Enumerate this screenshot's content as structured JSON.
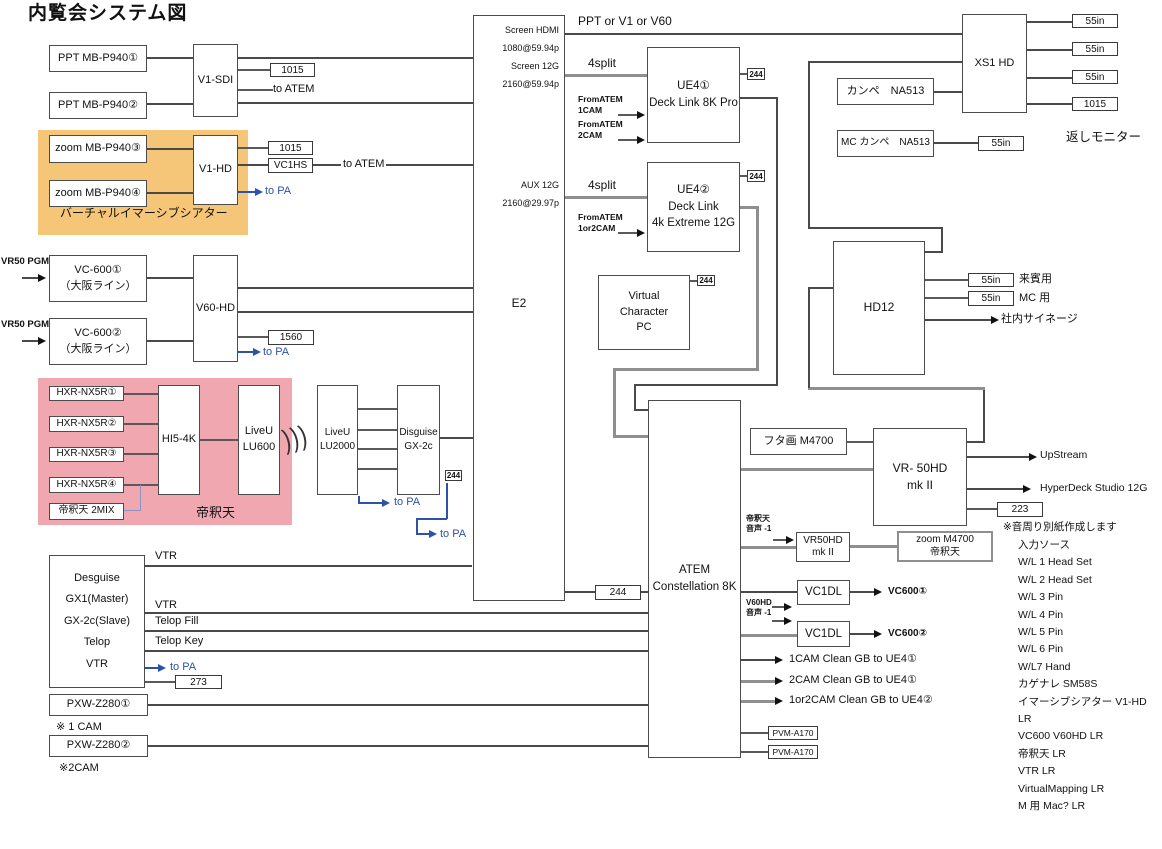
{
  "title": "内覧会システム図",
  "boxes": {
    "ppt1": "PPT MB-P940①",
    "ppt2": "PPT MB-P940②",
    "v1sdi": "V1-SDI",
    "v1hd": "V1-HD",
    "zoom3": "zoom MB-P940③",
    "zoom4": "zoom MB-P940④",
    "vc600_1": "VC-600①\n（大阪ライン）",
    "vc600_2": "VC-600②\n（大阪ライン）",
    "v60hd": "V60-HD",
    "hxr1": "HXR-NX5R①",
    "hxr2": "HXR-NX5R②",
    "hxr3": "HXR-NX5R③",
    "hxr4": "HXR-NX5R④",
    "mix2": "帝釈天 2MIX",
    "hi54k": "HI5-4K",
    "lu600": "LiveU\nLU600",
    "lu2000": "LiveU\nLU2000",
    "gx2c": "Disguise\nGX-2c",
    "e2": "E2",
    "ue41": "UE4①\nDeck Link 8K Pro",
    "ue42": "UE4②\nDeck Link\n4k Extreme 12G",
    "vcpc": "Virtual\nCharacter\nPC",
    "xs1": "XS1 HD",
    "kanpe": "カンペ　NA513",
    "mckanpe": "MC カンペ　NA513",
    "hd12": "HD12",
    "futa": "フタ画 M4700",
    "vr50hd": "VR- 50HD\nmk II",
    "atem": "ATEM\nConstellation 8K",
    "vr50small": "VR50HD\nmk II",
    "zoom_m4700": "zoom M4700\n帝釈天",
    "vc1dl1": "VC1DL",
    "vc1dl2": "VC1DL",
    "pvm1": "PVM-A170",
    "pvm2": "PVM-A170",
    "desguise": "Desguise\nGX1(Master)\nGX-2c(Slave)\nTelop\nVTR",
    "pxw1": "PXW-Z280①",
    "pxw2": "PXW-Z280②"
  },
  "tags": {
    "t1015a": "1015",
    "t1015b": "1015",
    "vc1hs": "VC1HS",
    "t1560": "1560",
    "t244_gx": "244",
    "t244_ue1": "244",
    "t244_ue2": "244",
    "t244_pc": "244",
    "t244_e2": "244",
    "t55_1": "55in",
    "t55_2": "55in",
    "t55_3": "55in",
    "t1015c": "1015",
    "t55_mc": "55in",
    "t55_guest": "55in",
    "t55_mcuse": "55in",
    "t223": "223",
    "t273": "273"
  },
  "e2_ports": {
    "screen_hdmi": "Screen HDMI",
    "screen_hdmi_fmt": "1080@59.94p",
    "screen_12g": "Screen 12G",
    "screen_12g_fmt": "2160@59.94p",
    "aux_12g": "AUX 12G",
    "aux_12g_fmt": "2160@29.97p"
  },
  "labels": {
    "ppt_or": "PPT or V1 or V60",
    "split1": "4split",
    "split2": "4split",
    "from_atem_1cam": "FromATEM\n1CAM",
    "from_atem_2cam": "FromATEM\n2CAM",
    "from_atem_1or2": "FromATEM\n1or2CAM",
    "vr50pgm1": "VR50 PGM",
    "vr50pgm2": "VR50 PGM",
    "virtual_theater": "バーチャルイマーシブシアター",
    "taishakuten": "帝釈天",
    "wireless": ")))",
    "to_atem1": "to ATEM",
    "to_atem2": "to ATEM",
    "to_pa_v1hd": "to PA",
    "to_pa_v60": "to PA",
    "to_pa_lu": "to PA",
    "to_pa_gx": "to PA",
    "to_pa_des": "to PA",
    "kaeshi": "返しモニター",
    "guest_use": "来賓用",
    "mc_use": "MC 用",
    "signage": "社内サイネージ",
    "upstream": "UpStream",
    "hyperdeck": "HyperDeck Studio 12G",
    "taishaku_onsei": "帝釈天\n音声 -1",
    "v60hd_onsei": "V60HD\n音声 -1",
    "vc600_1_out": "VC600①",
    "vc600_2_out": "VC600②",
    "cam1_clean": "1CAM Clean GB to UE4①",
    "cam2_clean": "2CAM Clean GB to UE4①",
    "cam12_clean": "1or2CAM Clean GB to UE4②",
    "vtr_a": "VTR",
    "vtr_b": "VTR",
    "telop_fill": "Telop Fill",
    "telop_key": "Telop Key",
    "cam1_note": "※ 1 CAM",
    "cam2_note": "※2CAM"
  },
  "notes": [
    "※音周り別紙作成します",
    "入力ソース",
    "W/L 1 Head Set",
    "W/L 2 Head Set",
    "W/L 3 Pin",
    "W/L 4 Pin",
    "W/L 5 Pin",
    "W/L 6 Pin",
    "W/L7 Hand",
    "カゲナレ SM58S",
    "イマーシブシアター V1-HD LR",
    "VC600 V60HD LR",
    "帝釈天 LR",
    "VTR LR",
    "VirtualMapping LR",
    "M 用 Mac? LR"
  ],
  "colors": {
    "orange": "#f5c678",
    "pink": "#f1a7b0",
    "blue": "#2d52a8"
  }
}
